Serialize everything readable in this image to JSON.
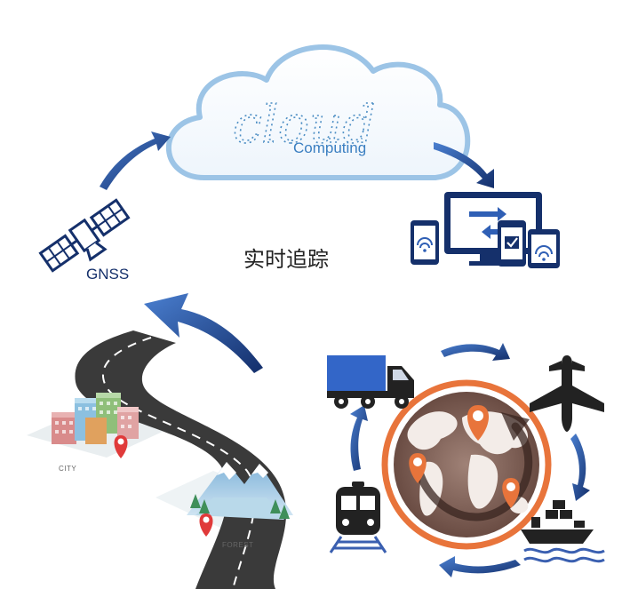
{
  "title": "实时追踪",
  "gnss_label": "GNSS",
  "cloud": {
    "word": "cloud",
    "subtitle": "Computing"
  },
  "labels": {
    "city": "CITY",
    "forest": "FOREST"
  },
  "colors": {
    "navy": "#15306b",
    "blue": "#2f5fb5",
    "cloud_border": "#9cc4e6",
    "orange": "#e8743b",
    "road": "#3a3a3a",
    "pin": "#e03a3a"
  },
  "icons": [
    "cloud-icon",
    "satellite-icon",
    "devices-icon",
    "truck-icon",
    "airplane-icon",
    "globe-icon",
    "train-icon",
    "ship-icon",
    "road-icon",
    "map-pin-icon",
    "arrow-icon"
  ]
}
